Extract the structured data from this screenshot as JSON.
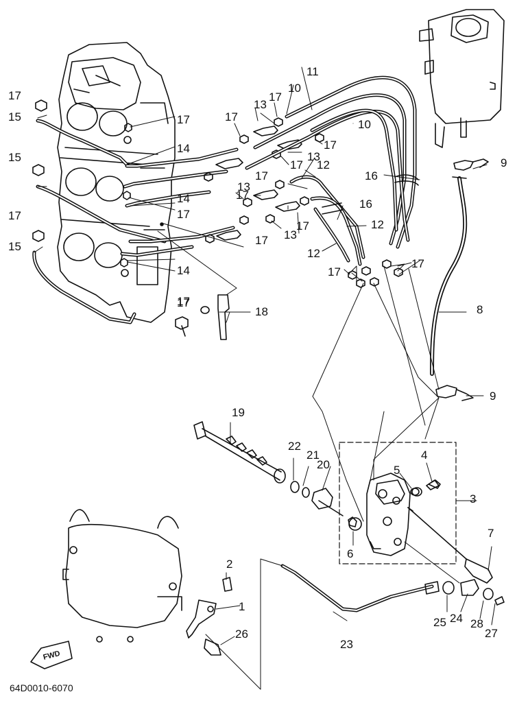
{
  "diagram": {
    "drawing_code": "64D0010-6070",
    "fwd_label": "FWD",
    "callouts": [
      "1",
      "2",
      "3",
      "4",
      "5",
      "6",
      "7",
      "8",
      "9",
      "10",
      "11",
      "12",
      "13",
      "14",
      "15",
      "16",
      "17",
      "18",
      "19",
      "20",
      "21",
      "22",
      "23",
      "24",
      "25",
      "26",
      "27",
      "28"
    ],
    "labels": [
      {
        "n": "17"
      },
      {
        "n": "15"
      },
      {
        "n": "17"
      },
      {
        "n": "14"
      },
      {
        "n": "17"
      },
      {
        "n": "15"
      },
      {
        "n": "14"
      },
      {
        "n": "17"
      },
      {
        "n": "17"
      },
      {
        "n": "15"
      },
      {
        "n": "14"
      },
      {
        "n": "17"
      },
      {
        "n": "18"
      },
      {
        "n": "17"
      },
      {
        "n": "13"
      },
      {
        "n": "17"
      },
      {
        "n": "10"
      },
      {
        "n": "11"
      },
      {
        "n": "10"
      },
      {
        "n": "17"
      },
      {
        "n": "13"
      },
      {
        "n": "17"
      },
      {
        "n": "12"
      },
      {
        "n": "17"
      },
      {
        "n": "13"
      },
      {
        "n": "17"
      },
      {
        "n": "16"
      },
      {
        "n": "16"
      },
      {
        "n": "12"
      },
      {
        "n": "12"
      },
      {
        "n": "17"
      },
      {
        "n": "13"
      },
      {
        "n": "17"
      },
      {
        "n": "17"
      },
      {
        "n": "17"
      },
      {
        "n": "9"
      },
      {
        "n": "8"
      },
      {
        "n": "9"
      },
      {
        "n": "19"
      },
      {
        "n": "22"
      },
      {
        "n": "21"
      },
      {
        "n": "20"
      },
      {
        "n": "4"
      },
      {
        "n": "5"
      },
      {
        "n": "3"
      },
      {
        "n": "6"
      },
      {
        "n": "7"
      },
      {
        "n": "2"
      },
      {
        "n": "1"
      },
      {
        "n": "26"
      },
      {
        "n": "23"
      },
      {
        "n": "25"
      },
      {
        "n": "24"
      },
      {
        "n": "28"
      },
      {
        "n": "27"
      }
    ]
  }
}
